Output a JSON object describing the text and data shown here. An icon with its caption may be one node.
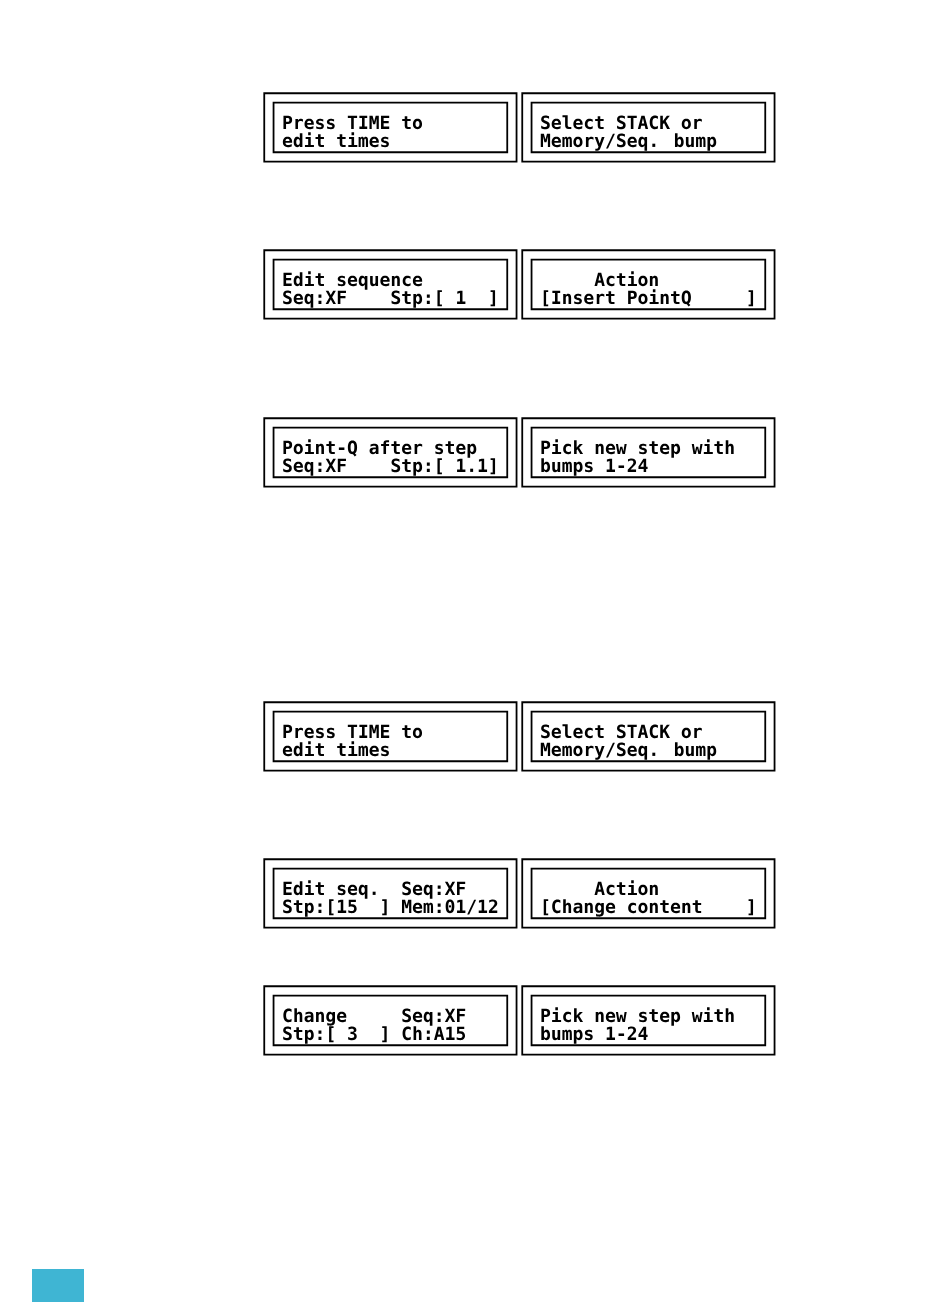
{
  "diagram": {
    "nodes": [
      {
        "text": [
          "Press TIME to edit times"
        ]
      },
      {
        "text": [
          "Select STACK or Memory/Seq. bump"
        ]
      },
      {
        "text": [
          "Edit sequence",
          "Seq:XF",
          "Stp:[ 1  ]"
        ]
      },
      {
        "text": [
          "Action",
          "[Insert PointQ     ]"
        ]
      },
      {
        "text": [
          "Point-Q after step",
          "Seq:XF",
          "Stp:[ 1.1]"
        ]
      },
      {
        "text": [
          "Pick new step with bumps 1-24"
        ]
      },
      {
        "text": [
          "Press TIME to edit times"
        ]
      },
      {
        "text": [
          "Select STACK or Memory/Seq. bump"
        ]
      },
      {
        "text": [
          "Edit seq.",
          "Seq:XF",
          "Stp:[15  ]",
          "Mem:01/12"
        ]
      },
      {
        "text": [
          "Action",
          "[Change content    ]"
        ]
      },
      {
        "text": [
          "Change",
          "Seq:XF",
          "Stp:[ 3  ]",
          "Ch:A15"
        ]
      },
      {
        "text": [
          "Pick new step with bumps 1-24"
        ]
      }
    ]
  }
}
